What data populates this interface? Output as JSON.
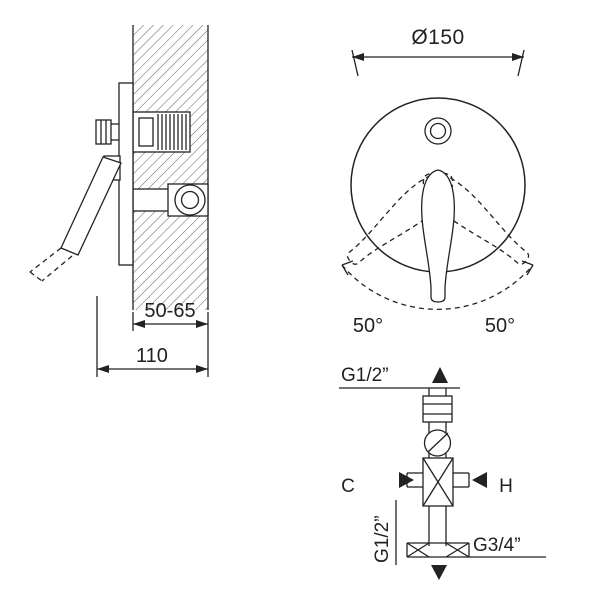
{
  "side_view": {
    "depth_dimension": "50-65",
    "width_dimension": "110"
  },
  "front_view": {
    "diameter_dimension": "Ø150",
    "left_angle": "50°",
    "right_angle": "50°"
  },
  "schematic": {
    "top_connection": "G1/2”",
    "cold_label": "C",
    "hot_label": "H",
    "side_connection": "G1/2”",
    "bottom_connection": "G3/4”"
  },
  "colors": {
    "line": "#222222",
    "background": "#ffffff"
  }
}
